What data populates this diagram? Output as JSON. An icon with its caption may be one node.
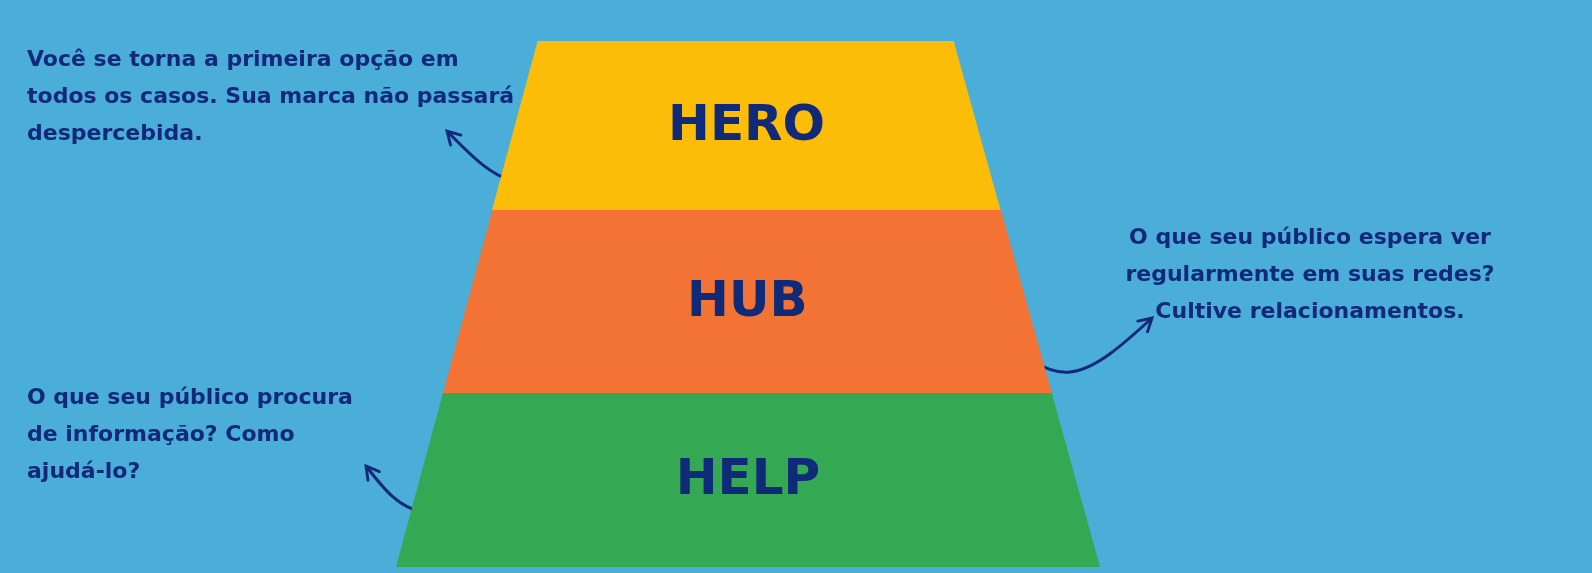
{
  "diagram": {
    "nodes": [
      {
        "text": [
          "HERO"
        ]
      },
      {
        "text": [
          "HUB"
        ]
      },
      {
        "text": [
          "HELP"
        ]
      },
      {
        "text": [
          "Você se torna a primeira opção em todos os casos. Sua marca não passará despercebida."
        ]
      },
      {
        "text": [
          "O que seu público espera ver regularmente em suas redes? Cultive relacionamentos."
        ]
      },
      {
        "text": [
          "O que seu público procura de informação? Como ajudá-lo?"
        ]
      }
    ],
    "edges": [
      {
        "from": 0,
        "to": 3,
        "arrow": "to"
      },
      {
        "from": 1,
        "to": 4,
        "arrow": "to"
      },
      {
        "from": 2,
        "to": 5,
        "arrow": "to"
      }
    ]
  }
}
